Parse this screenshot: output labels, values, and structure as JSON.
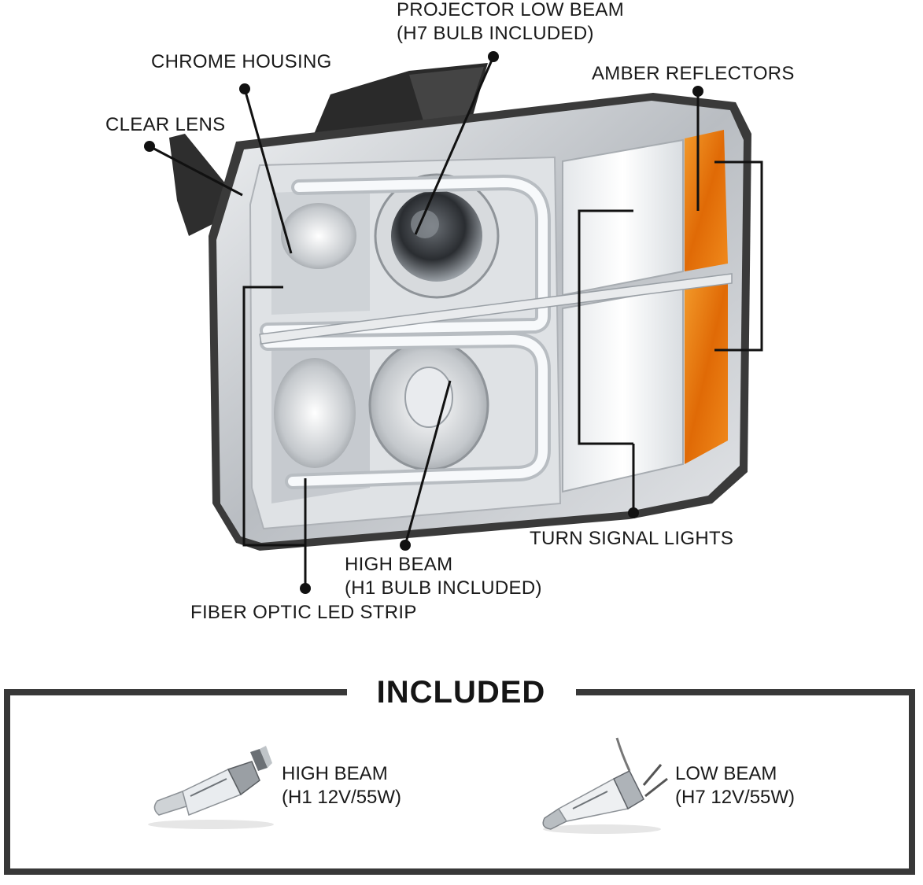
{
  "callouts": {
    "projector_low_beam": {
      "line1": "PROJECTOR LOW BEAM",
      "line2": "(H7 BULB INCLUDED)"
    },
    "chrome_housing": "CHROME HOUSING",
    "clear_lens": "CLEAR LENS",
    "amber_reflectors": "AMBER REFLECTORS",
    "turn_signal_lights": "TURN SIGNAL LIGHTS",
    "high_beam": {
      "line1": "HIGH BEAM",
      "line2": "(H1 BULB INCLUDED)"
    },
    "fiber_optic_led_strip": "FIBER OPTIC LED STRIP"
  },
  "included": {
    "title": "INCLUDED",
    "items": [
      {
        "line1": "HIGH BEAM",
        "line2": "(H1 12V/55W)",
        "icon": "h1-bulb-icon"
      },
      {
        "line1": "LOW BEAM",
        "line2": "(H7 12V/55W)",
        "icon": "h7-bulb-icon"
      }
    ]
  },
  "colors": {
    "amber": "#e8780a",
    "chrome": "#c9ccd0",
    "housing_dark": "#2b2b2b",
    "led_strip": "#f4f6f8",
    "frame": "#383838"
  }
}
